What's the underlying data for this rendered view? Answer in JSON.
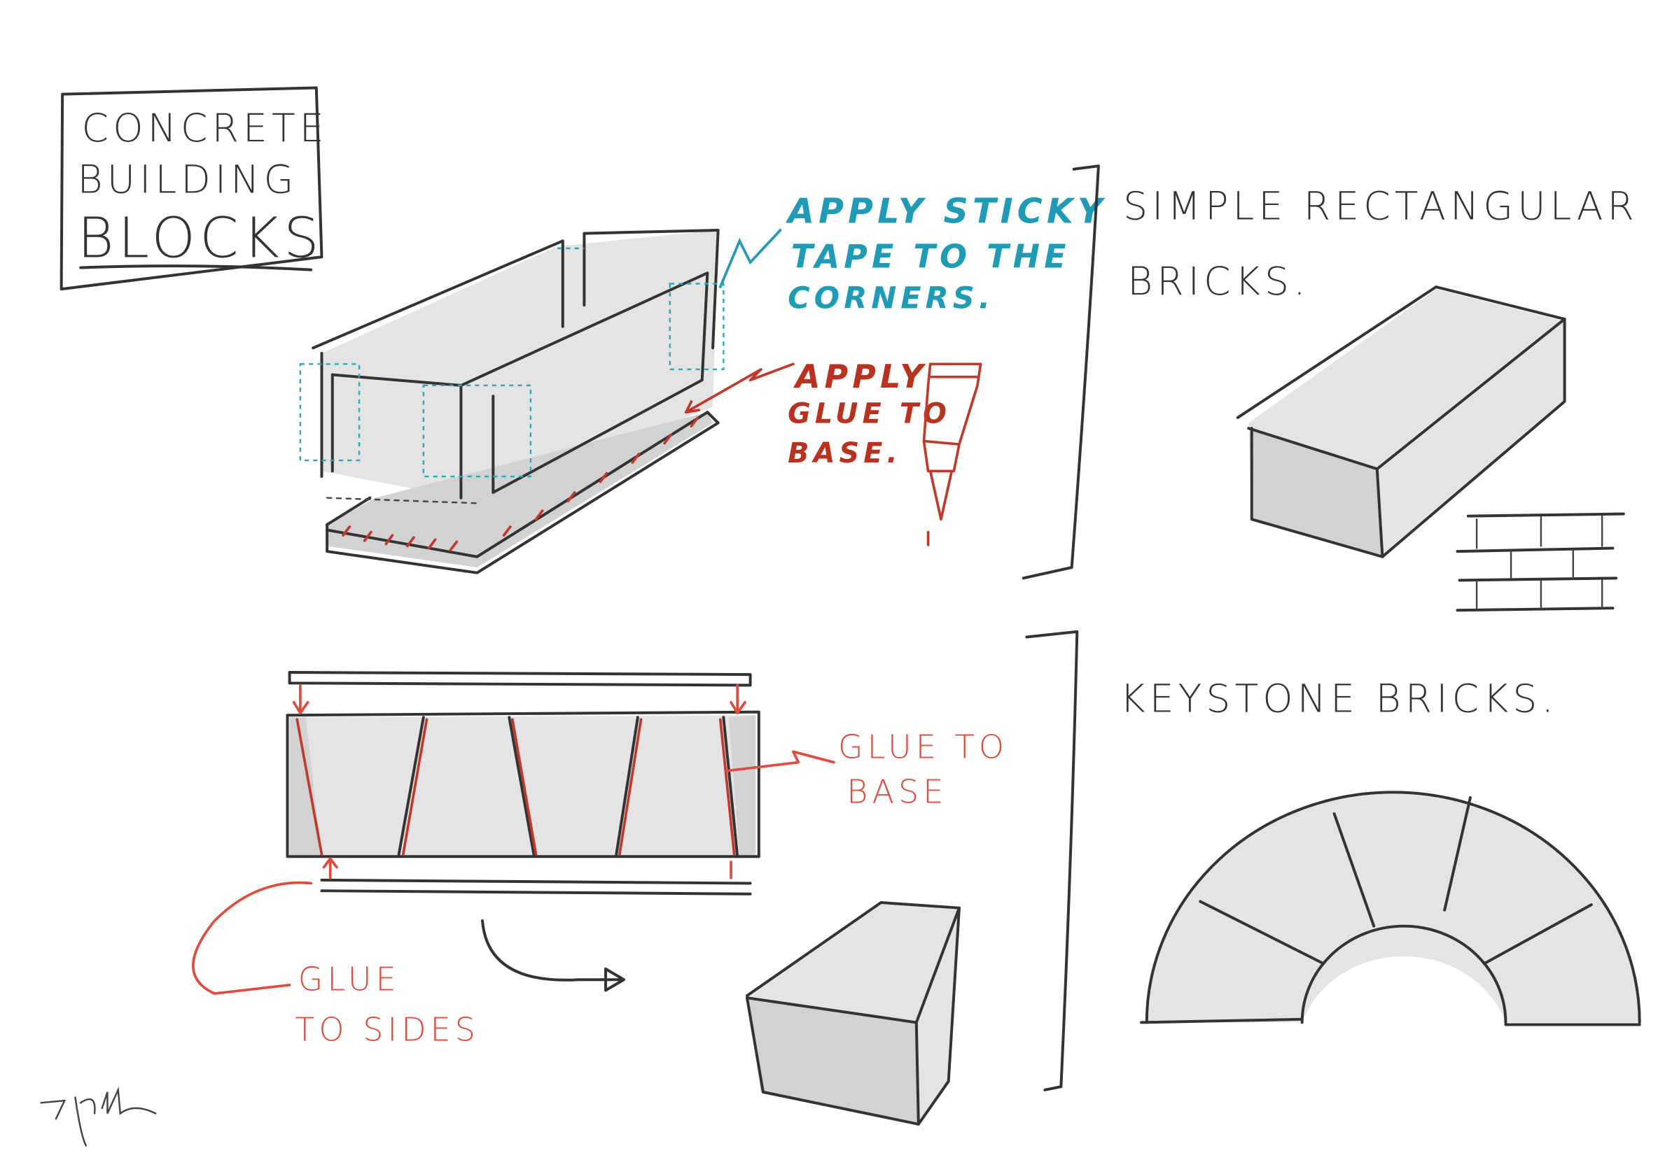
{
  "title": {
    "line1": "CONCRETE",
    "line2": "BUILDING",
    "line3": "BLOCKS"
  },
  "annotations": {
    "sticky_tape": {
      "line1": "APPLY STICKY",
      "line2": "TAPE TO THE",
      "line3": "CORNERS."
    },
    "glue_base_top": {
      "line1": "APPLY",
      "line2": "GLUE TO",
      "line3": "BASE."
    },
    "glue_base_side": {
      "line1": "GLUE TO",
      "line2": "BASE"
    },
    "glue_sides": {
      "line1": "GLUE",
      "line2": "TO SIDES"
    }
  },
  "sections": {
    "rectangular": {
      "line1": "SIMPLE RECTANGULAR",
      "line2": "BRICKS."
    },
    "keystone": {
      "line1": "KEYSTONE BRICKS."
    }
  },
  "signature": "J. pollen.",
  "colors": {
    "ink": "#333333",
    "sticky_tape": "#1f9bb5",
    "glue": "#c0392b",
    "shading": "#e4e4e4"
  }
}
